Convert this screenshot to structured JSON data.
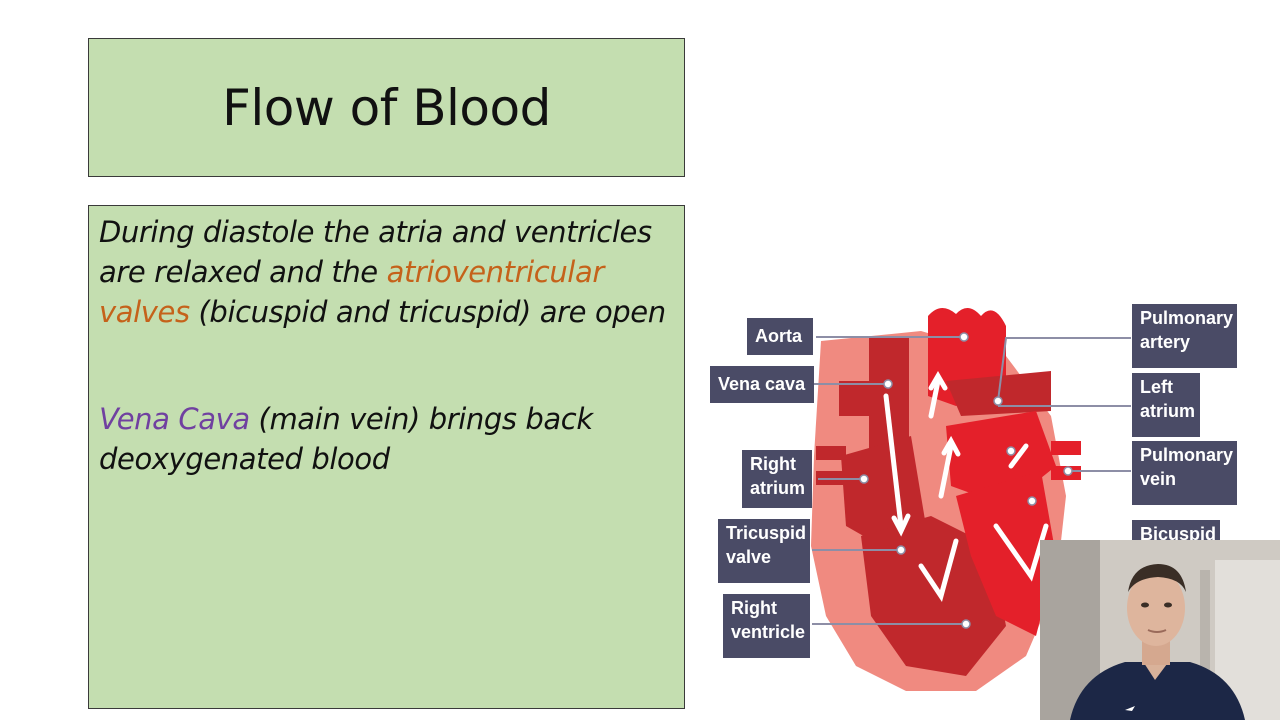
{
  "slide": {
    "title": "Flow of Blood",
    "paragraph1": {
      "part1": "During diastole the atria and ventricles are relaxed and the ",
      "highlight": "atrioventricular valves",
      "part2": " (bicuspid and tricuspid) are open"
    },
    "paragraph2": {
      "highlight": "Vena Cava",
      "rest": " (main vein) brings back deoxygenated blood"
    }
  },
  "diagram": {
    "labels": {
      "aorta": "Aorta",
      "vena_cava": "Vena cava",
      "right_atrium_1": "Right",
      "right_atrium_2": "atrium",
      "tricuspid_1": "Tricuspid",
      "tricuspid_2": "valve",
      "right_ventricle_1": "Right",
      "right_ventricle_2": "ventricle",
      "pulmonary_artery_1": "Pulmonary",
      "pulmonary_artery_2": "artery",
      "left_atrium_1": "Left",
      "left_atrium_2": "atrium",
      "pulmonary_vein_1": "Pulmonary",
      "pulmonary_vein_2": "vein",
      "bicuspid": "Bicuspid"
    }
  },
  "colors": {
    "box_fill": "#c4deb0",
    "highlight_orange": "#c5621a",
    "highlight_purple": "#7040a0",
    "label_fill": "#4a4b66",
    "heart_red": "#e4202a",
    "heart_dark": "#c0282c",
    "heart_pink": "#f08a80"
  }
}
